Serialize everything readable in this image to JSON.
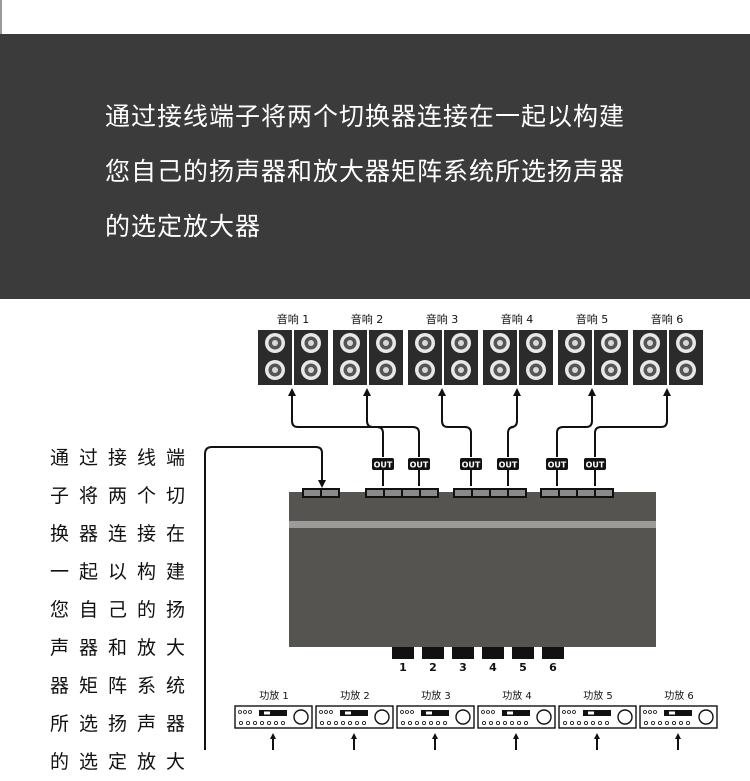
{
  "banner": {
    "lines": [
      "通过接线端子将两个切换器连接在一起以构建",
      "您自己的扬声器和放大器矩阵系统所选扬声器",
      "的选定放大器"
    ]
  },
  "side_text": {
    "lines": [
      "通过接线端",
      "子将两个切",
      "换器连接在",
      "一起以构建",
      "您自己的扬",
      "声器和放大",
      "器矩阵系统",
      "所选扬声器",
      "的选定放大"
    ]
  },
  "speakers": [
    "音响 1",
    "音响 2",
    "音响 3",
    "音响 4",
    "音响 5",
    "音响 6"
  ],
  "out_label": "OUT",
  "buttons": [
    "1",
    "2",
    "3",
    "4",
    "5",
    "6"
  ],
  "amplifiers": [
    "功放 1",
    "功放 2",
    "功放 3",
    "功放 4",
    "功放 5",
    "功放 6"
  ],
  "colors": {
    "banner_bg": "#3b3b3b",
    "speaker_body": "#2b2b2b",
    "switcher_body": "#565451",
    "switcher_stripe": "#9b9b99"
  }
}
